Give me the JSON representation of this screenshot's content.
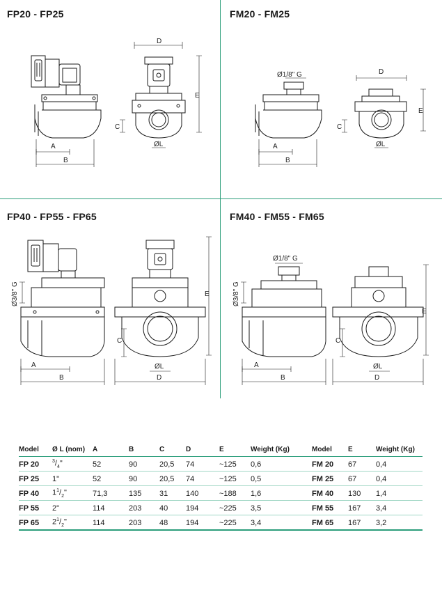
{
  "quadrants": {
    "q1": {
      "title": "FP20 - FP25"
    },
    "q2": {
      "title": "FM20 - FM25"
    },
    "q3": {
      "title": "FP40 - FP55 - FP65"
    },
    "q4": {
      "title": "FM40 - FM55 - FM65"
    }
  },
  "dims": {
    "a": "A",
    "b": "B",
    "c": "C",
    "d": "D",
    "e": "E",
    "l": "ØL",
    "g18": "Ø1/8\" G",
    "g38": "Ø3/8\" G"
  },
  "colors": {
    "accent": "#2a9d7a",
    "line": "#1a1a1a"
  },
  "table": {
    "headers": [
      "Model",
      "Ø L (nom)",
      "A",
      "B",
      "C",
      "D",
      "E",
      "Weight (Kg)",
      "Model",
      "E",
      "Weight (Kg)"
    ],
    "rows": [
      {
        "model": "FP 20",
        "l_whole": "",
        "l_num": "3",
        "l_den": "4",
        "l_suffix": "\"",
        "a": "52",
        "b": "90",
        "c": "20,5",
        "d": "74",
        "e": "~125",
        "w": "0,6",
        "fm_model": "FM 20",
        "fm_e": "67",
        "fm_w": "0,4"
      },
      {
        "model": "FP 25",
        "l_whole": "1\"",
        "l_num": "",
        "l_den": "",
        "l_suffix": "",
        "a": "52",
        "b": "90",
        "c": "20,5",
        "d": "74",
        "e": "~125",
        "w": "0,5",
        "fm_model": "FM 25",
        "fm_e": "67",
        "fm_w": "0,4"
      },
      {
        "model": "FP 40",
        "l_whole": "1",
        "l_num": "1",
        "l_den": "2",
        "l_suffix": "\"",
        "a": "71,3",
        "b": "135",
        "c": "31",
        "d": "140",
        "e": "~188",
        "w": "1,6",
        "fm_model": "FM 40",
        "fm_e": "130",
        "fm_w": "1,4"
      },
      {
        "model": "FP 55",
        "l_whole": "2\"",
        "l_num": "",
        "l_den": "",
        "l_suffix": "",
        "a": "114",
        "b": "203",
        "c": "40",
        "d": "194",
        "e": "~225",
        "w": "3,5",
        "fm_model": "FM 55",
        "fm_e": "167",
        "fm_w": "3,4"
      },
      {
        "model": "FP 65",
        "l_whole": "2",
        "l_num": "1",
        "l_den": "2",
        "l_suffix": "\"",
        "a": "114",
        "b": "203",
        "c": "48",
        "d": "194",
        "e": "~225",
        "w": "3,4",
        "fm_model": "FM 65",
        "fm_e": "167",
        "fm_w": "3,2"
      }
    ]
  }
}
